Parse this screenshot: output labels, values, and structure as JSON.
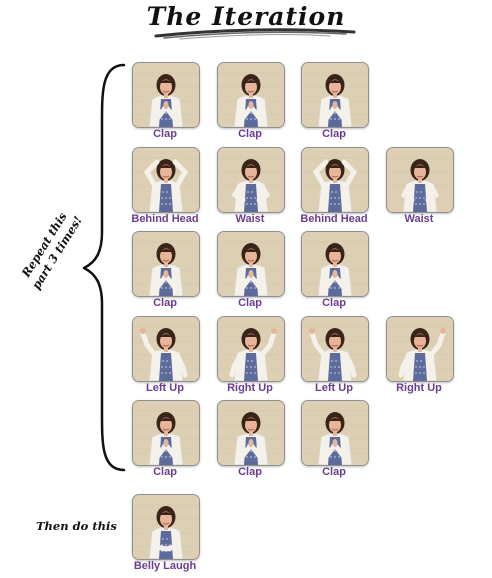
{
  "title": "The Iteration",
  "repeat_note": "Repeat this part 3 times!",
  "then_note": "Then do this",
  "label_color": "#6b3c91",
  "rows": [
    {
      "cards": [
        {
          "label": "Clap",
          "pose": "clap"
        },
        {
          "label": "Clap",
          "pose": "clap"
        },
        {
          "label": "Clap",
          "pose": "clap"
        }
      ]
    },
    {
      "cards": [
        {
          "label": "Behind Head",
          "pose": "head"
        },
        {
          "label": "Waist",
          "pose": "waist"
        },
        {
          "label": "Behind Head",
          "pose": "head"
        },
        {
          "label": "Waist",
          "pose": "waist"
        }
      ]
    },
    {
      "cards": [
        {
          "label": "Clap",
          "pose": "clap"
        },
        {
          "label": "Clap",
          "pose": "clap"
        },
        {
          "label": "Clap",
          "pose": "clap"
        }
      ]
    },
    {
      "cards": [
        {
          "label": "Left Up",
          "pose": "leftup"
        },
        {
          "label": "Right Up",
          "pose": "rightup"
        },
        {
          "label": "Left Up",
          "pose": "leftup"
        },
        {
          "label": "Right Up",
          "pose": "rightup"
        }
      ]
    },
    {
      "cards": [
        {
          "label": "Clap",
          "pose": "clap"
        },
        {
          "label": "Clap",
          "pose": "clap"
        },
        {
          "label": "Clap",
          "pose": "clap"
        }
      ]
    }
  ],
  "final": {
    "label": "Belly Laugh",
    "pose": "belly"
  }
}
